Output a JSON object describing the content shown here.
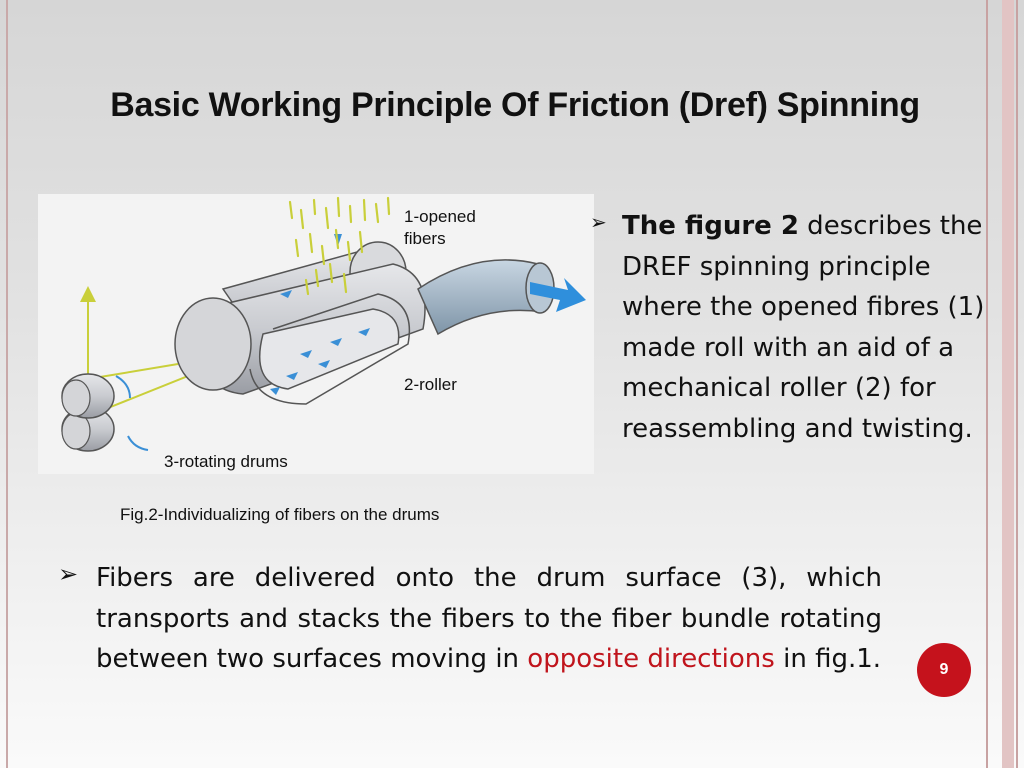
{
  "slide": {
    "title": "Basic Working Principle Of Friction (Dref) Spinning",
    "page_number": "9"
  },
  "figure": {
    "label_opened_fibers_line1": "1-opened",
    "label_opened_fibers_line2": "fibers",
    "label_roller": "2-roller",
    "label_drums": "3-rotating drums",
    "caption": "Fig.2-Individualizing of fibers on the drums"
  },
  "right_bullet": {
    "bold_part": "The figure 2",
    "rest": " describes the DREF spinning principle where the opened fibres (1) made roll with an aid of a mechanical roller (2) for reassembling and twisting."
  },
  "bottom_bullet": {
    "part1": "Fibers are delivered onto the drum surface (3), which transports and stacks the fibers to the fiber bundle rotating between two surfaces moving in ",
    "highlight": "opposite directions",
    "part2": " in fig.1."
  },
  "colors": {
    "accent_red": "#c0141c",
    "badge_red": "#c5121c",
    "fiber_yellow": "#c9cf3a",
    "arrow_blue": "#3a8fd6",
    "border_pink": "#c8a2a2"
  },
  "icons": {
    "bullet": "arrowhead-bullet-icon"
  }
}
